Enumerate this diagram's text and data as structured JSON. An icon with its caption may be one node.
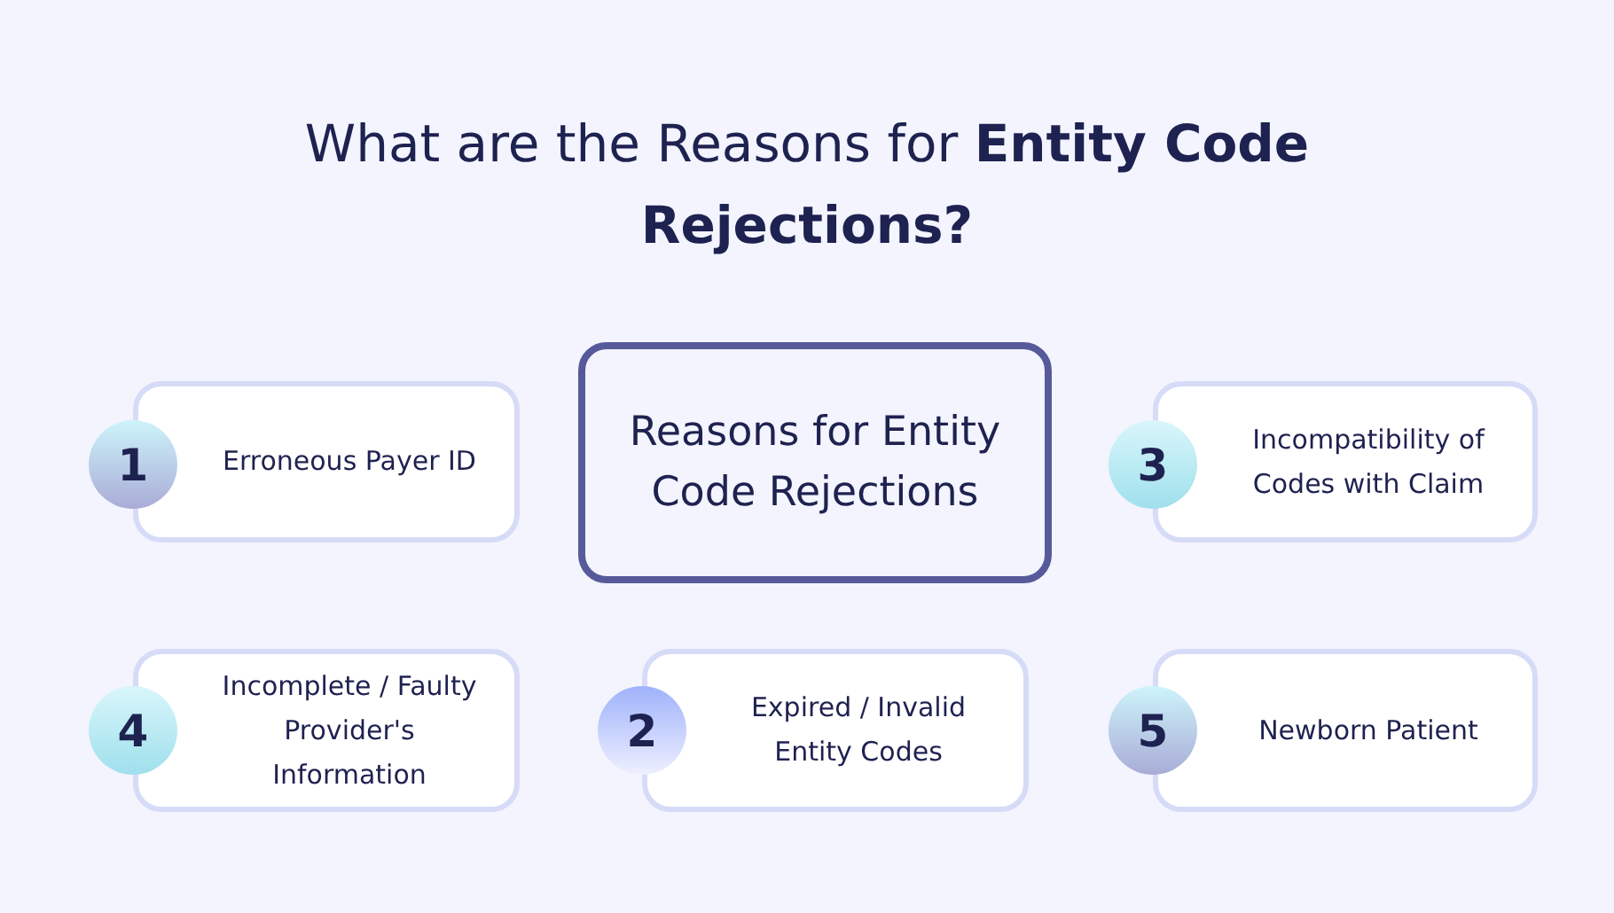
{
  "diagram": {
    "title": "What are the Reasons for **Entity Code Rejections?**",
    "nodes": [
      {
        "text": [
          "1"
        ]
      },
      {
        "text": [
          "Erroneous Payer ID"
        ]
      },
      {
        "text": [
          "Reasons for Entity Code Rejections"
        ]
      },
      {
        "text": [
          "3"
        ]
      },
      {
        "text": [
          "Incompatibility of Codes with Claim"
        ]
      },
      {
        "text": [
          "4"
        ]
      },
      {
        "text": [
          "Incomplete / Faulty Provider's Information"
        ]
      },
      {
        "text": [
          "2"
        ]
      },
      {
        "text": [
          "Expired / Invalid Entity Codes"
        ]
      },
      {
        "text": [
          "5"
        ]
      },
      {
        "text": [
          "Newborn Patient"
        ]
      }
    ]
  }
}
